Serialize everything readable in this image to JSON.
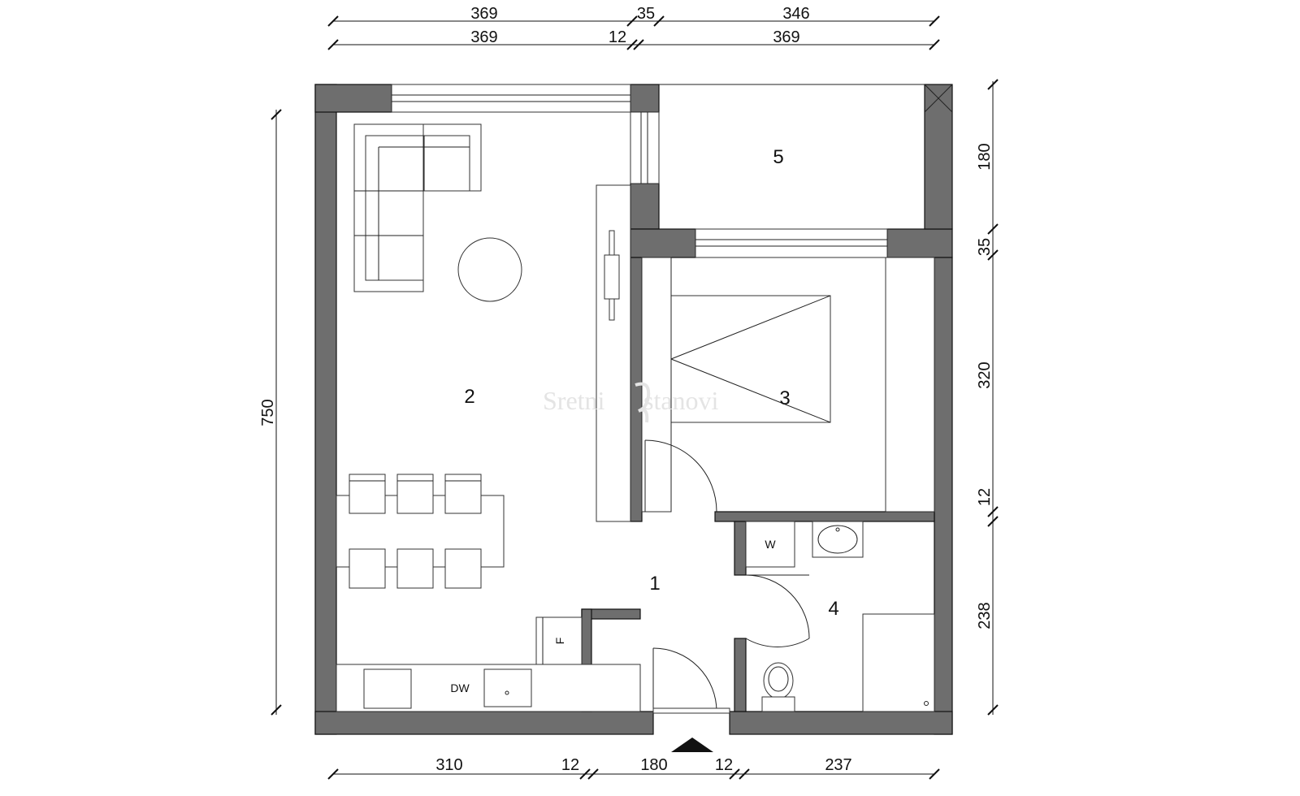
{
  "dimensions": {
    "top_row1": [
      "369",
      "35",
      "346"
    ],
    "top_row2": [
      "369",
      "12",
      "369"
    ],
    "bottom": [
      "310",
      "12",
      "180",
      "12",
      "237"
    ],
    "left": "750",
    "right": [
      "180",
      "35",
      "320",
      "12",
      "238"
    ]
  },
  "rooms": {
    "r1": "1",
    "r2": "2",
    "r3": "3",
    "r4": "4",
    "r5": "5"
  },
  "appliances": {
    "washer": "W",
    "fridge": "F",
    "dishwasher": "DW"
  },
  "watermark": {
    "part1": "Sretni",
    "part2": "stanovi"
  },
  "colors": {
    "wall": "#6e6e6e",
    "line": "#111111"
  }
}
